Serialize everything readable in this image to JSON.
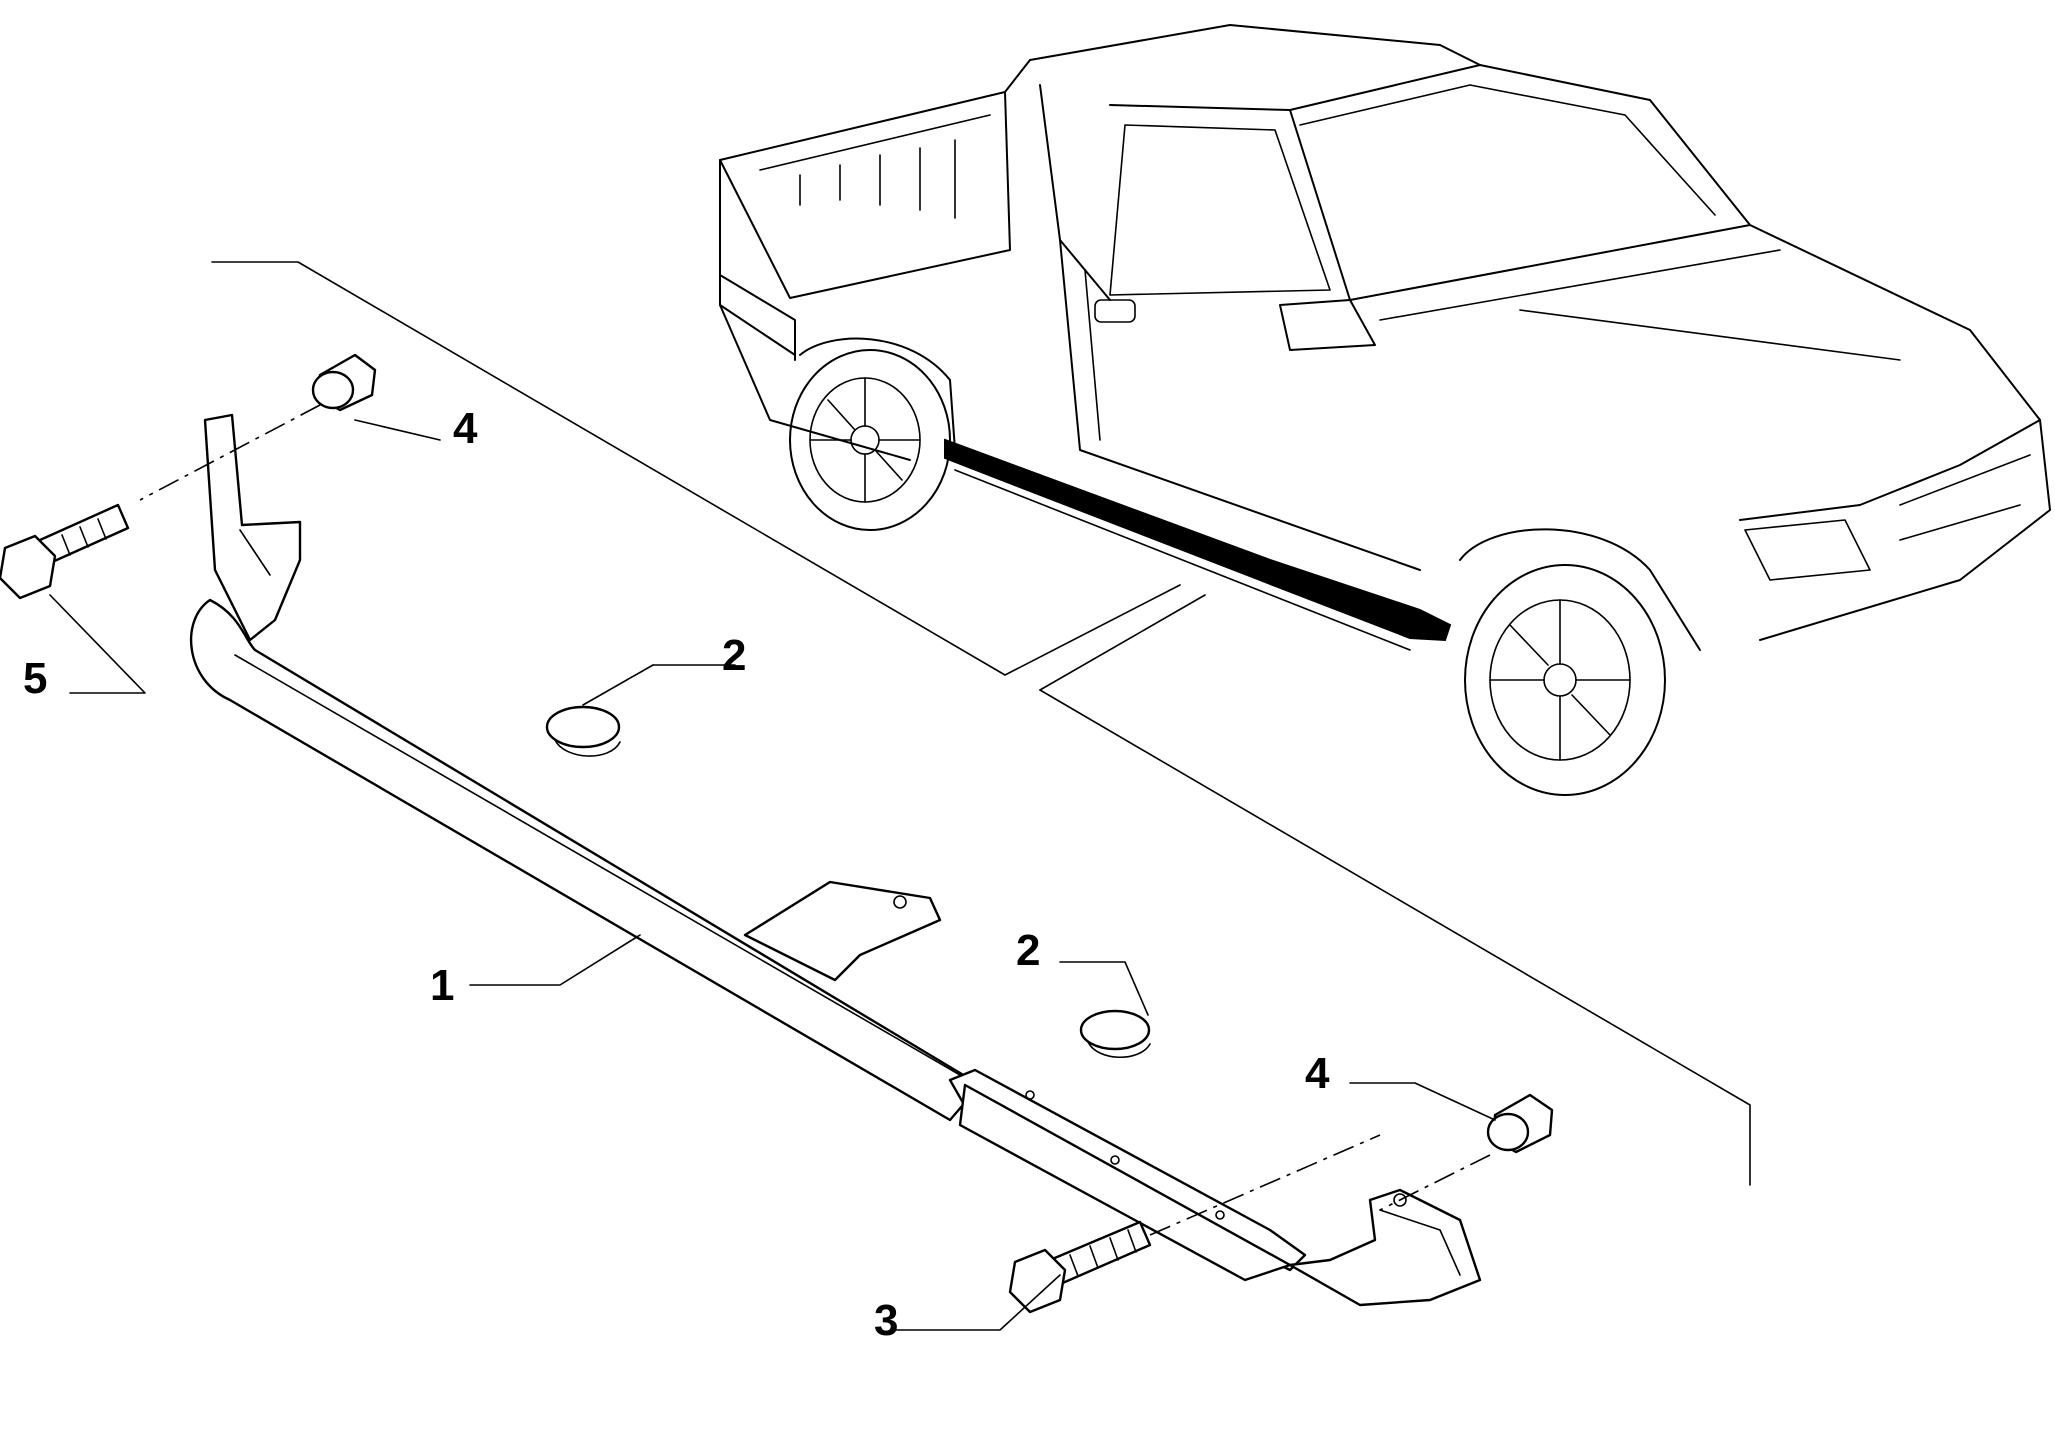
{
  "diagram": {
    "callouts": [
      {
        "id": "c1",
        "number": "1"
      },
      {
        "id": "c2a",
        "number": "2"
      },
      {
        "id": "c2b",
        "number": "2"
      },
      {
        "id": "c3",
        "number": "3"
      },
      {
        "id": "c4a",
        "number": "4"
      },
      {
        "id": "c4b",
        "number": "4"
      },
      {
        "id": "c5",
        "number": "5"
      }
    ]
  }
}
